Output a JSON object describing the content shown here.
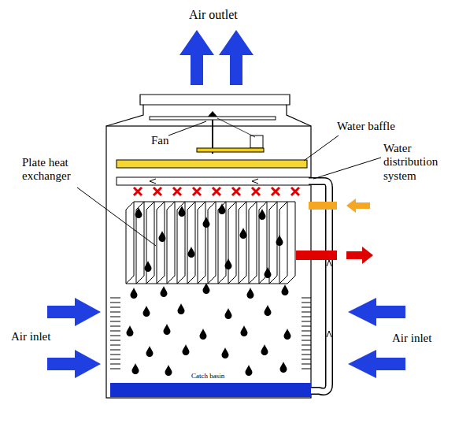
{
  "diagram": {
    "labels": [
      "Air outlet",
      "Water baffle",
      "Fan",
      "Water distribution system",
      "Plate heat exchanger",
      "Air inlet",
      "Air inlet",
      "Catch basin"
    ]
  }
}
